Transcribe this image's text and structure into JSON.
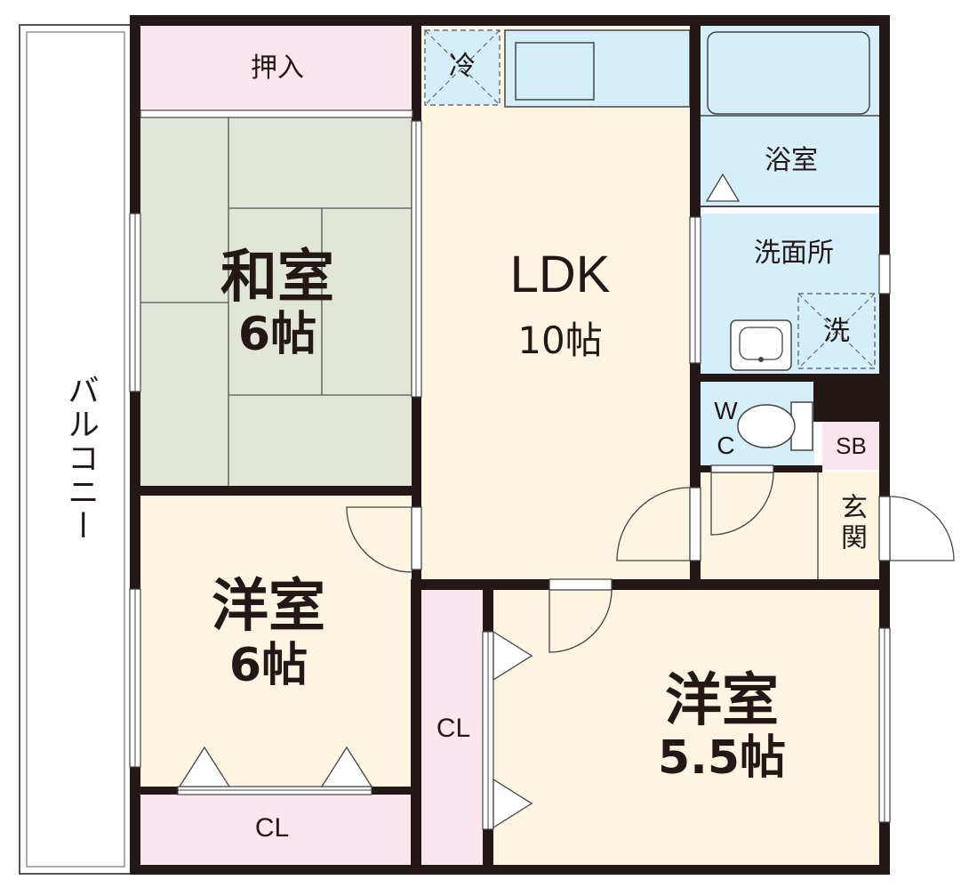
{
  "balcony": "バルコニー",
  "rooms": {
    "oshiire": "押入",
    "washitsu": {
      "name": "和室",
      "size": "6帖"
    },
    "ldk": {
      "name": "LDK",
      "size": "10帖"
    },
    "yokushitsu": "浴室",
    "senmenjo": "洗面所",
    "wc": "WC",
    "sb": "SB",
    "genkan": "玄関",
    "youshitsu_a": {
      "name": "洋室",
      "size": "6帖"
    },
    "youshitsu_b": {
      "name": "洋室",
      "size": "5.5帖"
    },
    "cl_a": "CL",
    "cl_b": "CL"
  },
  "fixtures": {
    "fridge": "冷",
    "washer": "洗"
  },
  "colors": {
    "wall": "#231815",
    "floor": "#fdf4e2",
    "tatami": "#e1e6d8",
    "storage": "#fbe5ef",
    "wet": "#d4eefa"
  }
}
